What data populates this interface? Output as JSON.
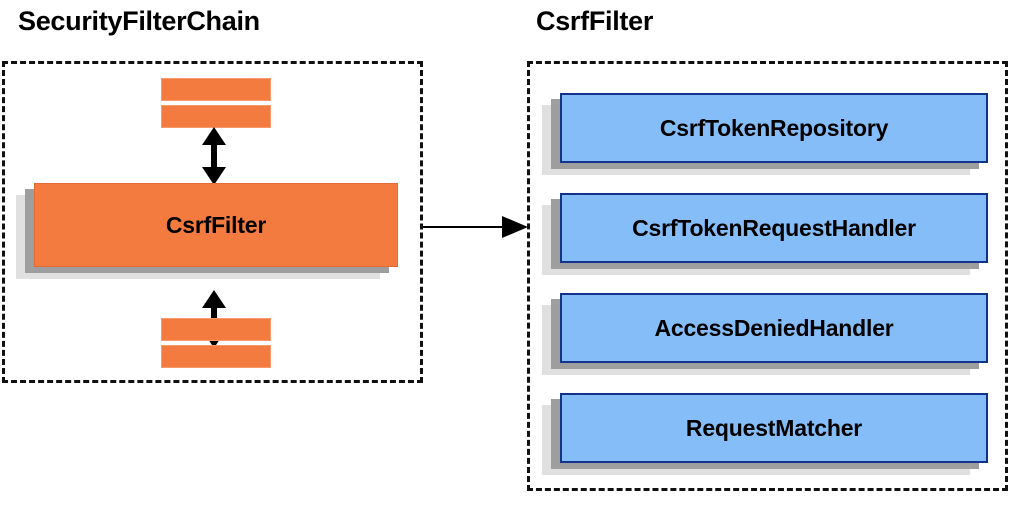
{
  "diagram": {
    "type": "component-relationship-diagram",
    "colors": {
      "orange_fill": "#f47b3f",
      "orange_border": "#e36a33",
      "blue_fill": "#85bdf8",
      "blue_border": "#13348c",
      "shadow_mid": "#9e9e9e",
      "shadow_back": "#e0e0e0",
      "outline": "#111111",
      "text": "#000000",
      "background": "#ffffff"
    },
    "panels": [
      {
        "id": "security-filter-chain",
        "title": "SecurityFilterChain",
        "border_style": "dashed",
        "focus_component": "CsrfFilter",
        "truncated_filters_above": 2,
        "truncated_filters_below": 2
      },
      {
        "id": "csrf-filter",
        "title": "CsrfFilter",
        "border_style": "dashed",
        "collaborators": [
          "CsrfTokenRepository",
          "CsrfTokenRequestHandler",
          "AccessDeniedHandler",
          "RequestMatcher"
        ]
      }
    ],
    "connectors": [
      {
        "id": "chain-to-detail",
        "from": "security-filter-chain",
        "to": "csrf-filter",
        "direction": "right",
        "heads": 1
      },
      {
        "id": "filter-above-link",
        "direction": "vertical",
        "heads": 2
      },
      {
        "id": "filter-below-link",
        "direction": "vertical",
        "heads": 2
      }
    ]
  }
}
